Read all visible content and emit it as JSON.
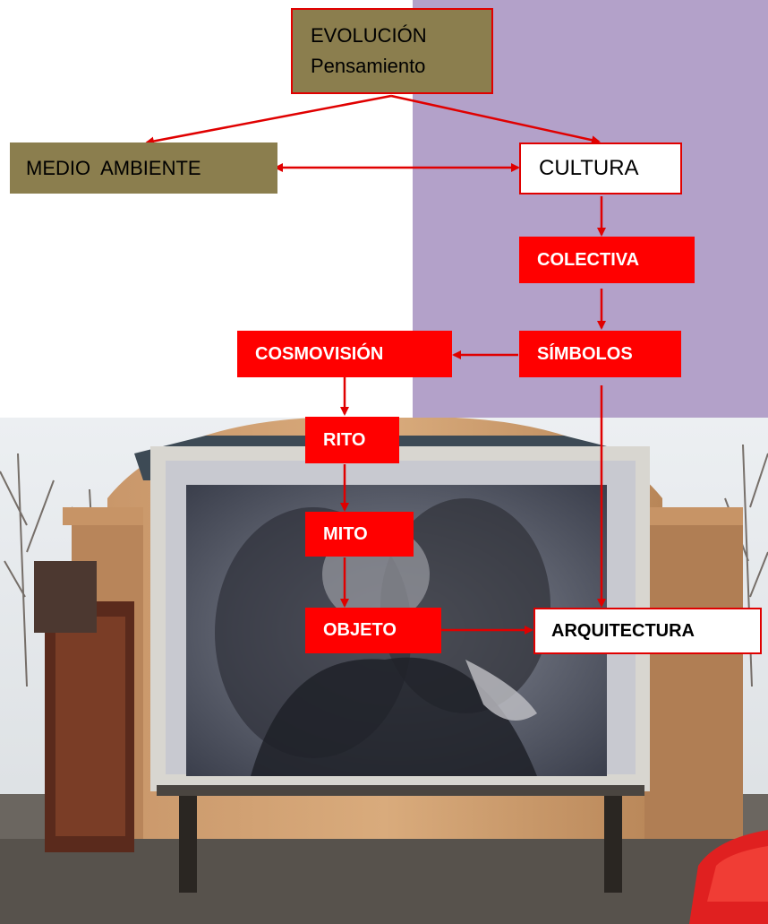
{
  "nodes": {
    "evolucion": {
      "line1": "EVOLUCIÓN",
      "line2": "Pensamiento"
    },
    "medio_ambiente": "MEDIO  AMBIENTE",
    "cultura": "CULTURA",
    "colectiva": "COLECTIVA",
    "simbolos": "SÍMBOLOS",
    "cosmovision": "COSMOVISIÓN",
    "rito": "RITO",
    "mito": "MITO",
    "objeto": "OBJETO",
    "arquitectura": "ARQUITECTURA"
  },
  "colors": {
    "olive": "#8b7e4e",
    "red": "#ff0000",
    "purple": "#b3a1c9",
    "arrow": "#e00000"
  }
}
